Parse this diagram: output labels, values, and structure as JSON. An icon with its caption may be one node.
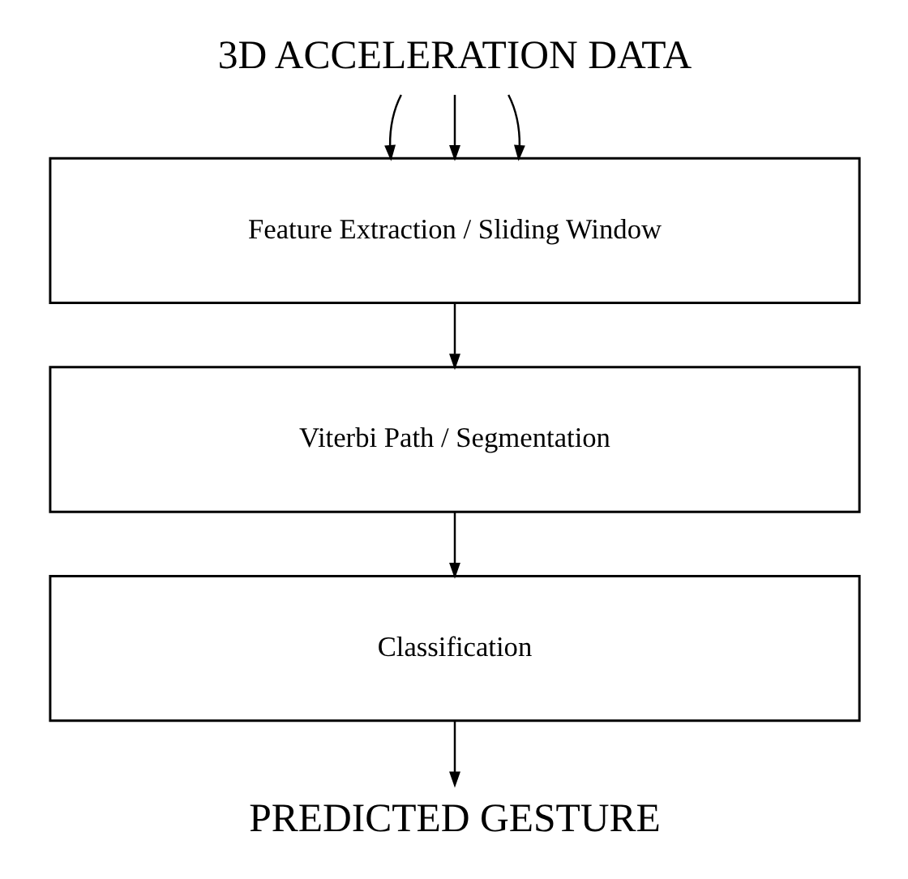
{
  "diagram": {
    "nodes": [
      {
        "text": [
          "3D ACCELERATION DATA"
        ]
      },
      {
        "text": [
          "Feature Extraction / Sliding Window"
        ]
      },
      {
        "text": [
          "Viterbi Path / Segmentation"
        ]
      },
      {
        "text": [
          "Classification"
        ]
      },
      {
        "text": [
          "PREDICTED GESTURE"
        ]
      }
    ],
    "edges": [
      {
        "from": 0,
        "to": 1,
        "arrow": "to"
      },
      {
        "from": 0,
        "to": 1,
        "arrow": "to"
      },
      {
        "from": 0,
        "to": 1,
        "arrow": "to"
      },
      {
        "from": 1,
        "to": 2,
        "arrow": "to"
      },
      {
        "from": 2,
        "to": 3,
        "arrow": "to"
      },
      {
        "from": 3,
        "to": 4,
        "arrow": "to"
      }
    ]
  }
}
